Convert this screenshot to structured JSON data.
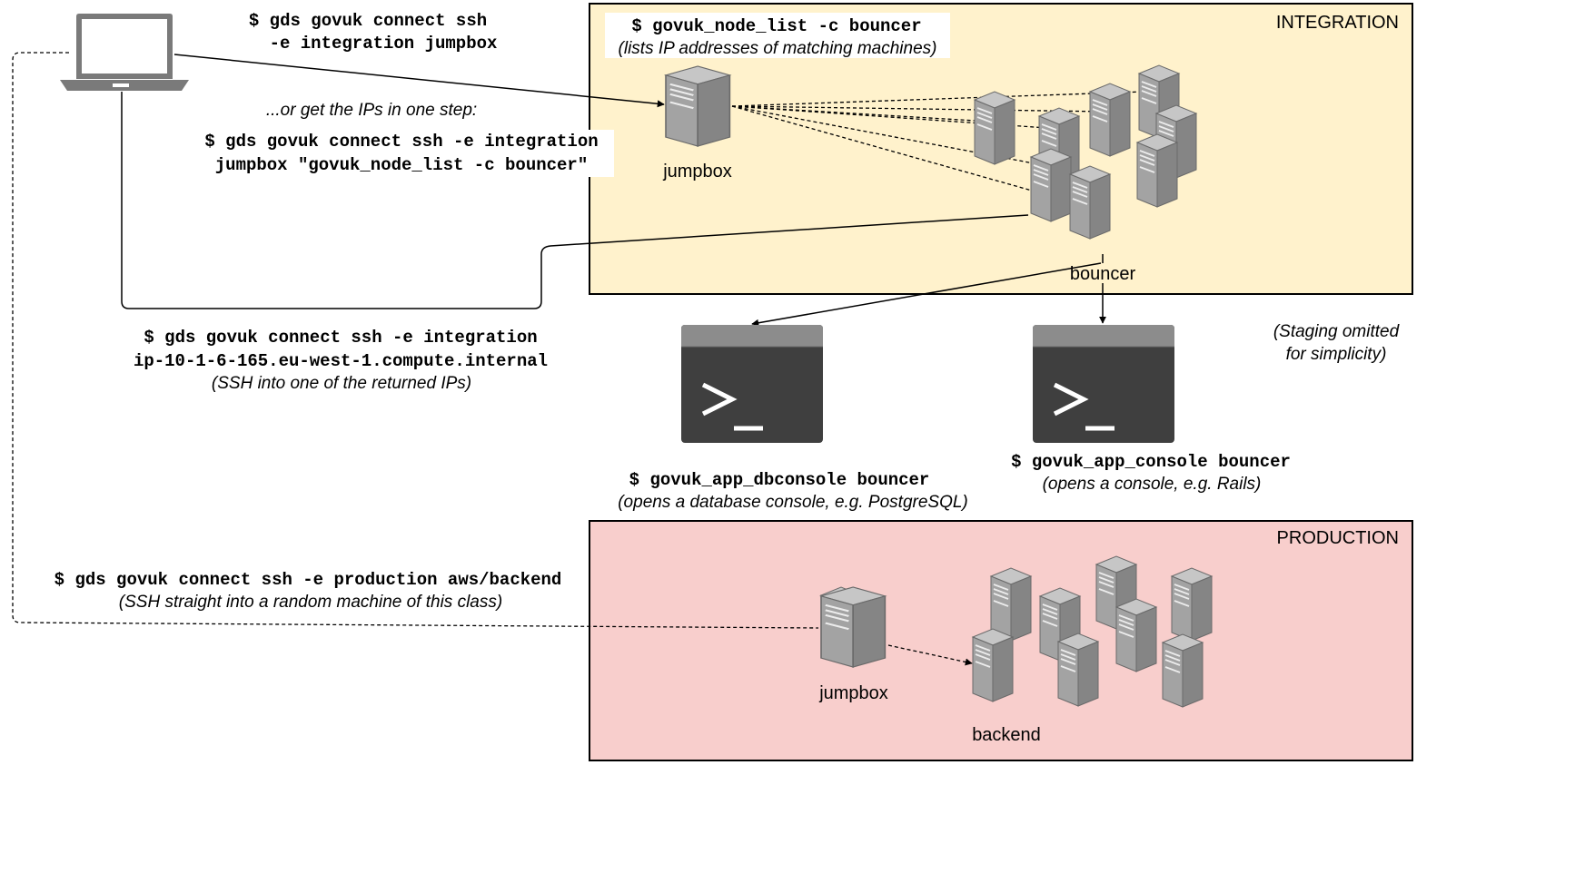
{
  "zones": {
    "integration": "INTEGRATION",
    "production": "PRODUCTION"
  },
  "commands": {
    "connect_jumpbox": [
      "$ gds govuk connect ssh",
      "-e integration jumpbox"
    ],
    "one_step_intro": "...or get the IPs in one step:",
    "one_step_cmd": [
      "$ gds govuk connect ssh -e integration",
      "jumpbox \"govuk_node_list -c bouncer\""
    ],
    "node_list": "$ govuk_node_list -c bouncer",
    "node_list_note": "(lists IP addresses of matching machines)",
    "ssh_ip": [
      "$ gds govuk connect ssh -e integration",
      "ip-10-1-6-165.eu-west-1.compute.internal"
    ],
    "ssh_ip_note": "(SSH into one of the returned IPs)",
    "dbconsole": "$ govuk_app_dbconsole bouncer",
    "dbconsole_note": "(opens a database console, e.g. PostgreSQL)",
    "console": "$ govuk_app_console bouncer",
    "console_note": "(opens a console, e.g. Rails)",
    "production_ssh": "$ gds govuk connect ssh -e production aws/backend",
    "production_note": "(SSH straight into a random machine of this class)"
  },
  "labels": {
    "jumpbox_integration": "jumpbox",
    "bouncer": "bouncer",
    "jumpbox_production": "jumpbox",
    "backend": "backend",
    "staging_note": [
      "(Staging omitted",
      "for simplicity)"
    ]
  },
  "icons": {
    "laptop": "laptop-icon",
    "server": "server-icon",
    "terminal": "terminal-icon"
  },
  "colors": {
    "integration_bg": "#fff2cc",
    "production_bg": "#f8cecc",
    "server_front": "#9a9a9a",
    "server_side": "#7d7d7d",
    "server_top": "#c4c4c4",
    "terminal_bar": "#8a8a8a",
    "terminal_body": "#3f3f3f",
    "laptop": "#7a7a7a"
  }
}
